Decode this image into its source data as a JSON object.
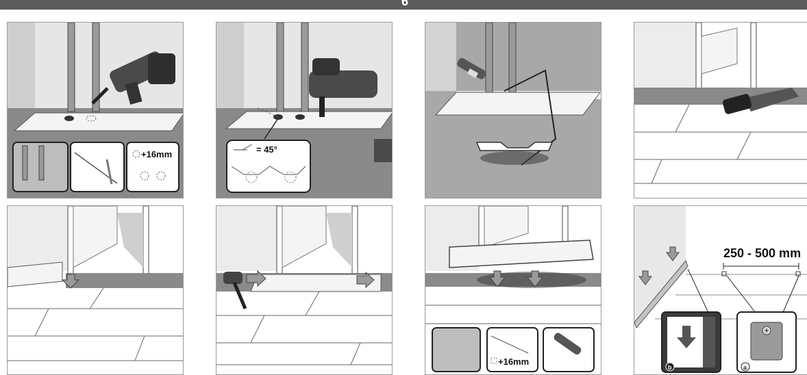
{
  "header": {
    "step_number": "6"
  },
  "panels": {
    "p1": {
      "detail_offset": "+16mm"
    },
    "p2": {
      "angle_label": "= 45°"
    },
    "p7": {
      "detail_offset": "+16mm"
    },
    "p8": {
      "spacing_label": "250 - 500 mm",
      "detail_b_marker": "b",
      "detail_a_marker": "a"
    }
  },
  "colors": {
    "floor_gray": "#8a8a8a",
    "wall_gray": "#d4d4d4",
    "dark": "#3a3a3a",
    "board": "#f4f4f4",
    "frame": "#5c5c5c"
  }
}
